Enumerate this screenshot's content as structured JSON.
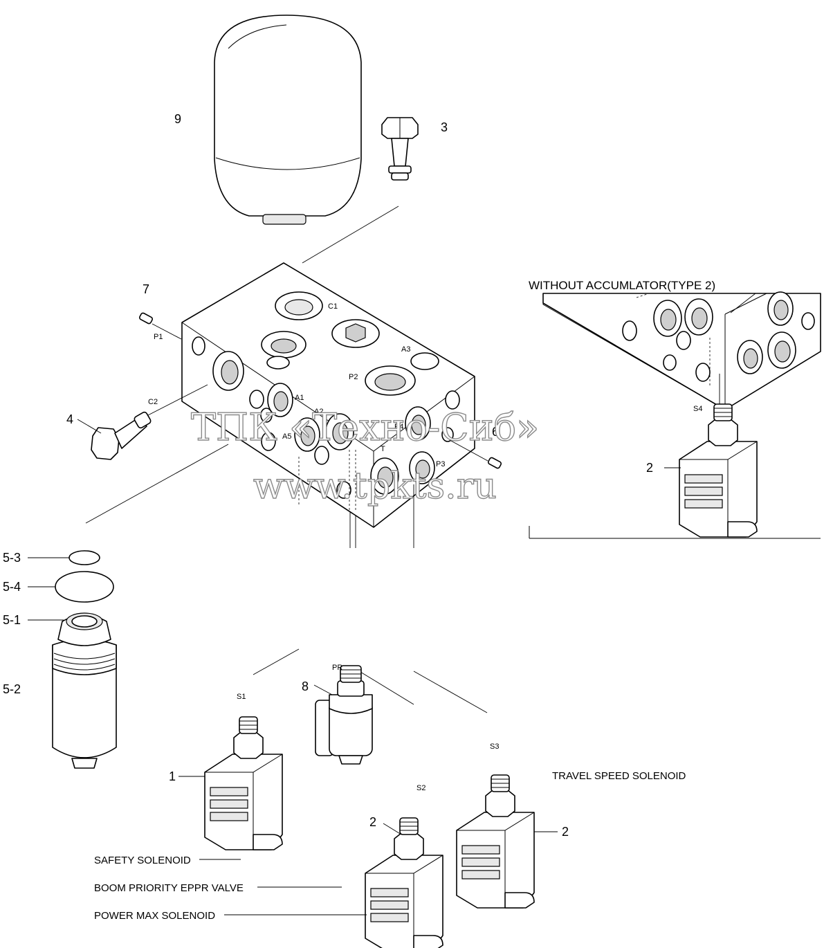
{
  "callouts": {
    "c9": "9",
    "c3": "3",
    "c7": "7",
    "c4": "4",
    "c6": "6",
    "c2_type2": "2",
    "c5_3": "5-3",
    "c5_4": "5-4",
    "c5_1": "5-1",
    "c5_2": "5-2",
    "c8": "8",
    "c1": "1",
    "c2_s2": "2",
    "c2_s3": "2"
  },
  "ports": {
    "c1": "C1",
    "p1": "P1",
    "a3": "A3",
    "p2": "P2",
    "c2": "C2",
    "a1": "A1",
    "a2": "A2",
    "a5": "A5",
    "p4": "P4",
    "t": "T",
    "p3": "P3",
    "s4": "S4",
    "s1": "S1",
    "pr": "PR",
    "s3": "S3",
    "s2": "S2"
  },
  "labels": {
    "type2_heading": "WITHOUT ACCUMLATOR(TYPE 2)",
    "travel_speed": "TRAVEL SPEED SOLENOID",
    "safety": "SAFETY SOLENOID",
    "boom_priority": "BOOM PRIORITY EPPR VALVE",
    "power_max": "POWER MAX SOLENOID"
  },
  "watermark": {
    "line1": "ТПК «Техно-Сиб»",
    "line2": "www.tpkts.ru"
  }
}
